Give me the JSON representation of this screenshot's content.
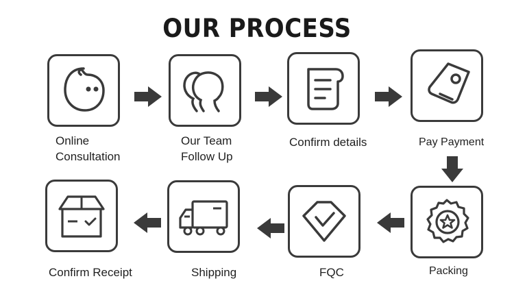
{
  "title": "OUR PROCESS",
  "steps": [
    {
      "label": "Online\nConsultation",
      "icon": "chat-bubble-icon"
    },
    {
      "label": "Our Team\nFollow Up",
      "icon": "team-icon"
    },
    {
      "label": "Confirm details",
      "icon": "document-icon"
    },
    {
      "label": "Pay Payment",
      "icon": "price-tag-icon"
    },
    {
      "label": "Packing",
      "icon": "star-badge-icon"
    },
    {
      "label": "FQC",
      "icon": "quality-check-icon"
    },
    {
      "label": "Shipping",
      "icon": "truck-icon"
    },
    {
      "label": "Confirm Receipt",
      "icon": "package-check-icon"
    }
  ],
  "colors": {
    "stroke": "#3a3a3a",
    "arrow": "#3a3a3a",
    "text": "#1f1f1f"
  }
}
